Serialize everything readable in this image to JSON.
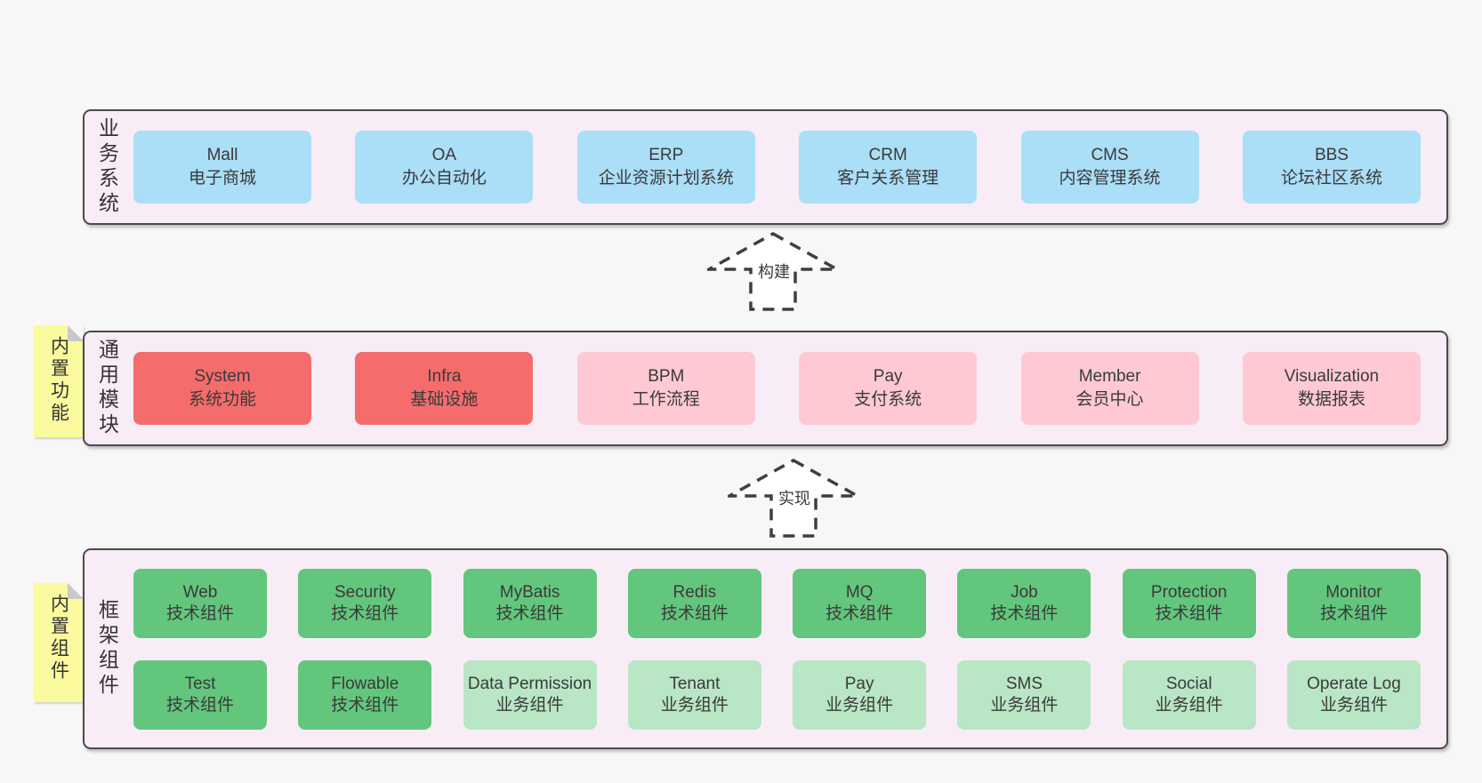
{
  "colors": {
    "page_bg": "#f7f7f7",
    "band_bg": "#f8edf6",
    "band_border": "#4a4a4a",
    "box_blue": "#abdef7",
    "box_red": "#f56c6c",
    "box_pink": "#fec9d3",
    "box_green": "#63c67d",
    "box_lightgreen": "#b9e6c4",
    "sticky_yellow": "#fbfa9e",
    "text": "#3a3a3a"
  },
  "arrows": [
    {
      "label": "构建"
    },
    {
      "label": "实现"
    }
  ],
  "bands": [
    {
      "label": "业务系统",
      "boxes": [
        {
          "title": "Mall",
          "subtitle": "电子商城"
        },
        {
          "title": "OA",
          "subtitle": "办公自动化"
        },
        {
          "title": "ERP",
          "subtitle": "企业资源计划系统"
        },
        {
          "title": "CRM",
          "subtitle": "客户关系管理"
        },
        {
          "title": "CMS",
          "subtitle": "内容管理系统"
        },
        {
          "title": "BBS",
          "subtitle": "论坛社区系统"
        }
      ]
    },
    {
      "label": "通用模块",
      "sticky": "内置功能",
      "boxes": [
        {
          "title": "System",
          "subtitle": "系统功能"
        },
        {
          "title": "Infra",
          "subtitle": "基础设施"
        },
        {
          "title": "BPM",
          "subtitle": "工作流程"
        },
        {
          "title": "Pay",
          "subtitle": "支付系统"
        },
        {
          "title": "Member",
          "subtitle": "会员中心"
        },
        {
          "title": "Visualization",
          "subtitle": "数据报表"
        }
      ]
    },
    {
      "label": "框架组件",
      "sticky": "内置组件",
      "row1": [
        {
          "title": "Web",
          "subtitle": "技术组件"
        },
        {
          "title": "Security",
          "subtitle": "技术组件"
        },
        {
          "title": "MyBatis",
          "subtitle": "技术组件"
        },
        {
          "title": "Redis",
          "subtitle": "技术组件"
        },
        {
          "title": "MQ",
          "subtitle": "技术组件"
        },
        {
          "title": "Job",
          "subtitle": "技术组件"
        },
        {
          "title": "Protection",
          "subtitle": "技术组件"
        },
        {
          "title": "Monitor",
          "subtitle": "技术组件"
        }
      ],
      "row2": [
        {
          "title": "Test",
          "subtitle": "技术组件"
        },
        {
          "title": "Flowable",
          "subtitle": "技术组件"
        },
        {
          "title": "Data Permission",
          "subtitle": "业务组件"
        },
        {
          "title": "Tenant",
          "subtitle": "业务组件"
        },
        {
          "title": "Pay",
          "subtitle": "业务组件"
        },
        {
          "title": "SMS",
          "subtitle": "业务组件"
        },
        {
          "title": "Social",
          "subtitle": "业务组件"
        },
        {
          "title": "Operate Log",
          "subtitle": "业务组件"
        }
      ]
    }
  ]
}
